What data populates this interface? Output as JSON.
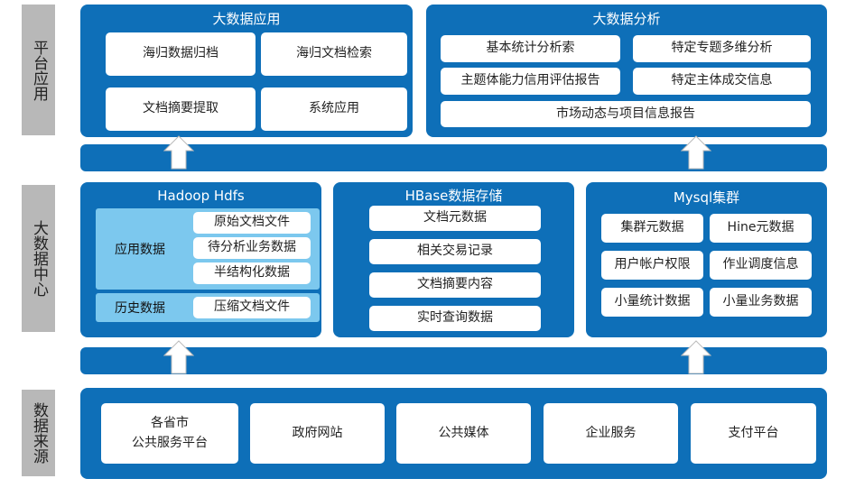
{
  "side_labels": {
    "platform": "平台应用",
    "datacenter": "大数据中心",
    "source": "数据来源"
  },
  "apps": {
    "title": "大数据应用",
    "items": [
      "海归数据归档",
      "海归文档检索",
      "文档摘要提取",
      "系统应用"
    ]
  },
  "analysis": {
    "title": "大数据分析",
    "items": [
      "基本统计分析索",
      "特定专题多维分析",
      "主题体能力信用评估报告",
      "特定主体成交信息",
      "市场动态与项目信息报告"
    ]
  },
  "hadoop": {
    "title": "Hadoop Hdfs",
    "app_data_label": "应用数据",
    "app_items": [
      "原始文档文件",
      "待分析业务数据",
      "半结构化数据"
    ],
    "history_label": "历史数据",
    "history_items": [
      "压缩文档文件"
    ]
  },
  "hbase": {
    "title": "HBase数据存储",
    "items": [
      "文档元数据",
      "相关交易记录",
      "文档摘要内容",
      "实时查询数据"
    ]
  },
  "mysql": {
    "title": "Mysql集群",
    "items": [
      "集群元数据",
      "Hine元数据",
      "用户帐户权限",
      "作业调度信息",
      "小量统计数据",
      "小量业务数据"
    ]
  },
  "sources": {
    "items": [
      "各省市\n公共服务平台",
      "政府网站",
      "公共媒体",
      "企业服务",
      "支付平台"
    ]
  },
  "colors": {
    "panel": "#0e6fb8",
    "side": "#b8b8b8",
    "light": "#7cc8ee",
    "box": "#ffffff"
  }
}
